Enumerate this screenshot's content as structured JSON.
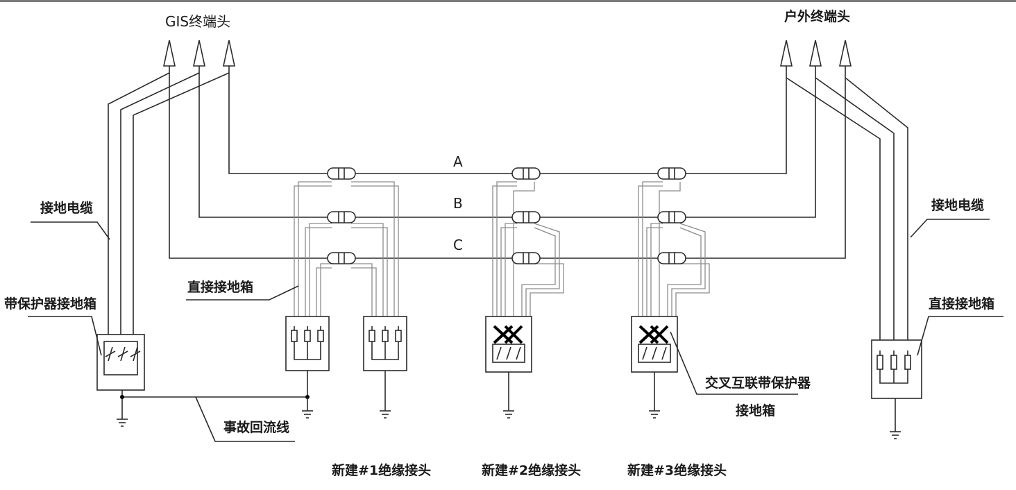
{
  "labels": {
    "gis_terminal": "GIS终端头",
    "outdoor_terminal": "户外终端头",
    "phase_a": "A",
    "phase_b": "B",
    "phase_c": "C",
    "ground_cable_left": "接地电缆",
    "ground_cable_right": "接地电缆",
    "direct_ground_box_left": "直接接地箱",
    "direct_ground_box_right": "直接接地箱",
    "protector_ground_box": "带保护器接地箱",
    "cross_bond_box_line1": "交叉互联带保护器",
    "cross_bond_box_line2": "接地箱",
    "return_line": "事故回流线",
    "joint1": "新建#1绝缘接头",
    "joint2": "新建#2绝缘接头",
    "joint3": "新建#3绝缘接头"
  }
}
